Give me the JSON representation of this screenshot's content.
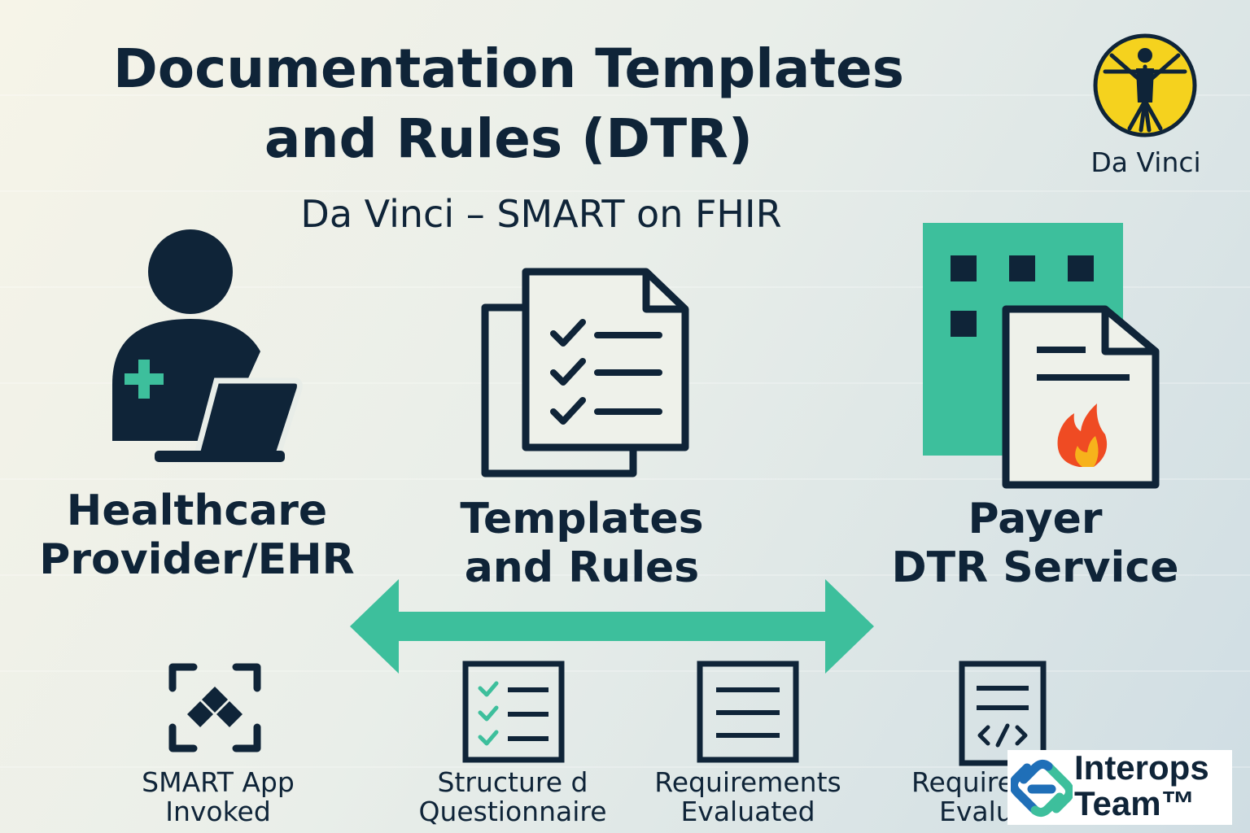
{
  "header": {
    "title_line1": "Documentation Templates",
    "title_line2": "and Rules (DTR)",
    "subtitle": "Da Vinci – SMART on FHIR"
  },
  "brand": {
    "davinci_label": "Da Vinci",
    "interops_line1": "Interops",
    "interops_line2": "Team™"
  },
  "nodes": {
    "provider": {
      "line1": "Healthcare",
      "line2": "Provider/EHR",
      "icon": "provider-laptop-icon"
    },
    "templates": {
      "line1": "Templates",
      "line2": "and Rules",
      "icon": "checklist-documents-icon"
    },
    "payer": {
      "line1": "Payer",
      "line2": "DTR Service",
      "icon": "payer-building-document-icon"
    }
  },
  "steps": [
    {
      "line1": "SMART App",
      "line2": "Invoked",
      "icon": "smart-app-icon"
    },
    {
      "line1": "Structure d",
      "line2": "Questionnaire",
      "icon": "questionnaire-checklist-icon"
    },
    {
      "line1": "Requirements",
      "line2": "Evaluated",
      "icon": "document-lines-icon"
    },
    {
      "line1": "Require",
      "line2": "Evalu",
      "icon": "code-document-icon"
    }
  ],
  "colors": {
    "navy": "#0f2438",
    "teal": "#3dbf9c",
    "yellow": "#f5d21e",
    "white": "#ffffff"
  }
}
